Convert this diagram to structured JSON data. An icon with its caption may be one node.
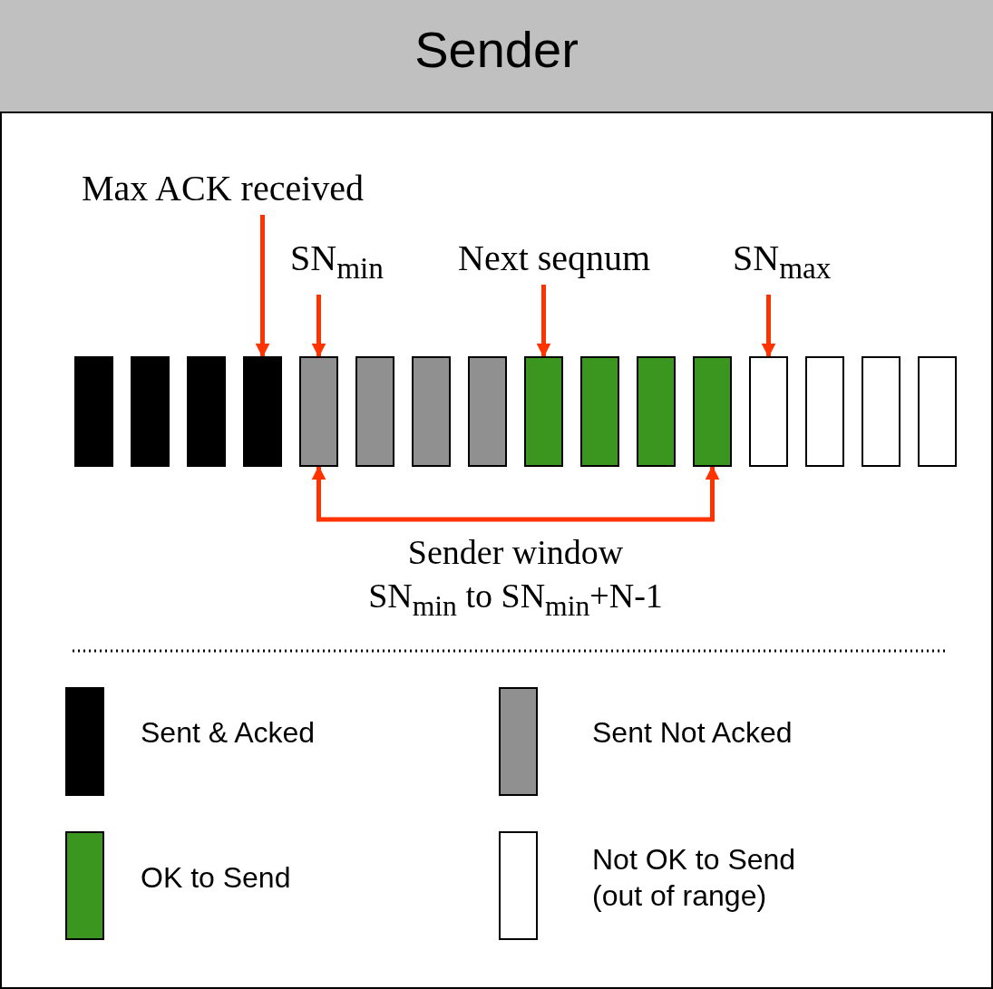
{
  "diagram": {
    "title": "Sender",
    "nodes": [
      {
        "text": [
          "Max ACK received"
        ]
      },
      {
        "text": [
          "SN$_{min}$"
        ]
      },
      {
        "text": [
          "Next seqnum"
        ]
      },
      {
        "text": [
          "SN$_{max}$"
        ]
      },
      {
        "text": [],
        "shape": "bar"
      },
      {
        "text": [],
        "shape": "bar"
      },
      {
        "text": [],
        "shape": "bar"
      },
      {
        "text": [],
        "shape": "bar"
      },
      {
        "text": [],
        "shape": "bar"
      },
      {
        "text": [],
        "shape": "bar"
      },
      {
        "text": [],
        "shape": "bar"
      },
      {
        "text": [],
        "shape": "bar"
      },
      {
        "text": [],
        "shape": "bar"
      },
      {
        "text": [],
        "shape": "bar"
      },
      {
        "text": [],
        "shape": "bar"
      },
      {
        "text": [],
        "shape": "bar"
      },
      {
        "text": [],
        "shape": "bar"
      },
      {
        "text": [],
        "shape": "bar"
      },
      {
        "text": [],
        "shape": "bar"
      },
      {
        "text": [],
        "shape": "bar"
      }
    ],
    "edges": [
      {
        "from": 0,
        "to": 7,
        "arrow": "to"
      },
      {
        "from": 1,
        "to": 8,
        "arrow": "to"
      },
      {
        "from": 2,
        "to": 12,
        "arrow": "to"
      },
      {
        "from": 3,
        "to": 16,
        "arrow": "to"
      },
      {
        "from": 8,
        "to": 15,
        "arrow": "both",
        "label": "Sender window SN$_{min}$ to SN$_{min}$+N-1"
      }
    ],
    "legend": [
      {
        "text": "Sent & Acked",
        "color": "#000000"
      },
      {
        "text": "Sent Not Acked",
        "color": "#909090"
      },
      {
        "text": "OK to Send",
        "color": "#3a961f"
      },
      {
        "text": "Not OK to Send (out of range)",
        "color": "#ffffff"
      }
    ]
  }
}
